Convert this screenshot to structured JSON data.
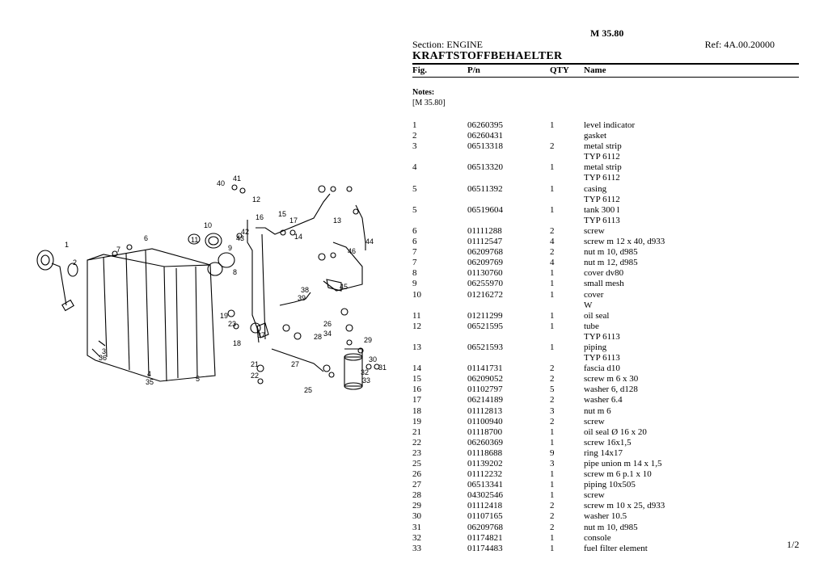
{
  "header": {
    "model": "M 35.80",
    "section": "Section: ENGINE",
    "ref": "Ref: 4A.00.20000",
    "title": "KRAFTSTOFFBEHAELTER"
  },
  "columns": {
    "fig": "Fig.",
    "pn": "P/n",
    "qty": "QTY",
    "name": "Name"
  },
  "notes": {
    "label": "Notes:",
    "text": "[M 35.80]"
  },
  "rows": [
    {
      "fig": "1",
      "pn": "06260395",
      "qty": "1",
      "name": "level indicator"
    },
    {
      "fig": "2",
      "pn": "06260431",
      "qty": "",
      "name": "gasket"
    },
    {
      "fig": "3",
      "pn": "06513318",
      "qty": "2",
      "name": "metal strip"
    },
    {
      "fig": "",
      "pn": "",
      "qty": "",
      "name": "TYP 6112"
    },
    {
      "fig": "4",
      "pn": "06513320",
      "qty": "1",
      "name": "metal strip"
    },
    {
      "fig": "",
      "pn": "",
      "qty": "",
      "name": "TYP 6112"
    },
    {
      "fig": "5",
      "pn": "06511392",
      "qty": "1",
      "name": "casing"
    },
    {
      "fig": "",
      "pn": "",
      "qty": "",
      "name": "TYP 6112"
    },
    {
      "fig": "5",
      "pn": "06519604",
      "qty": "1",
      "name": "tank 300 l"
    },
    {
      "fig": "",
      "pn": "",
      "qty": "",
      "name": "TYP 6113"
    },
    {
      "fig": "6",
      "pn": "01111288",
      "qty": "2",
      "name": "screw"
    },
    {
      "fig": "6",
      "pn": "01112547",
      "qty": "4",
      "name": "screw m 12 x 40, d933"
    },
    {
      "fig": "7",
      "pn": "06209768",
      "qty": "2",
      "name": "nut m 10, d985"
    },
    {
      "fig": "7",
      "pn": "06209769",
      "qty": "4",
      "name": "nut m 12, d985"
    },
    {
      "fig": "8",
      "pn": "01130760",
      "qty": "1",
      "name": "cover dv80"
    },
    {
      "fig": "9",
      "pn": "06255970",
      "qty": "1",
      "name": "small mesh"
    },
    {
      "fig": "10",
      "pn": "01216272",
      "qty": "1",
      "name": "cover"
    },
    {
      "fig": "",
      "pn": "",
      "qty": "",
      "name": "W"
    },
    {
      "fig": "11",
      "pn": "01211299",
      "qty": "1",
      "name": "oil seal"
    },
    {
      "fig": "12",
      "pn": "06521595",
      "qty": "1",
      "name": "tube"
    },
    {
      "fig": "",
      "pn": "",
      "qty": "",
      "name": "TYP 6113"
    },
    {
      "fig": "13",
      "pn": "06521593",
      "qty": "1",
      "name": "piping"
    },
    {
      "fig": "",
      "pn": "",
      "qty": "",
      "name": "TYP 6113"
    },
    {
      "fig": "14",
      "pn": "01141731",
      "qty": "2",
      "name": "fascia d10"
    },
    {
      "fig": "15",
      "pn": "06209052",
      "qty": "2",
      "name": "screw m 6 x 30"
    },
    {
      "fig": "16",
      "pn": "01102797",
      "qty": "5",
      "name": "washer 6, d128"
    },
    {
      "fig": "17",
      "pn": "06214189",
      "qty": "2",
      "name": "washer 6.4"
    },
    {
      "fig": "18",
      "pn": "01112813",
      "qty": "3",
      "name": "nut m 6"
    },
    {
      "fig": "19",
      "pn": "01100940",
      "qty": "2",
      "name": "screw"
    },
    {
      "fig": "21",
      "pn": "01118700",
      "qty": "1",
      "name": "oil seal Ø 16 x 20"
    },
    {
      "fig": "22",
      "pn": "06260369",
      "qty": "1",
      "name": "screw 16x1,5"
    },
    {
      "fig": "23",
      "pn": "01118688",
      "qty": "9",
      "name": "ring 14x17"
    },
    {
      "fig": "25",
      "pn": "01139202",
      "qty": "3",
      "name": "pipe union m 14 x 1,5"
    },
    {
      "fig": "26",
      "pn": "01112232",
      "qty": "1",
      "name": "screw m 6 p.1 x 10"
    },
    {
      "fig": "27",
      "pn": "06513341",
      "qty": "1",
      "name": "piping 10x505"
    },
    {
      "fig": "28",
      "pn": "04302546",
      "qty": "1",
      "name": "screw"
    },
    {
      "fig": "29",
      "pn": "01112418",
      "qty": "2",
      "name": "screw m 10 x 25, d933"
    },
    {
      "fig": "30",
      "pn": "01107165",
      "qty": "2",
      "name": "washer 10.5"
    },
    {
      "fig": "31",
      "pn": "06209768",
      "qty": "2",
      "name": "nut m 10, d985"
    },
    {
      "fig": "32",
      "pn": "01174821",
      "qty": "1",
      "name": "console"
    },
    {
      "fig": "33",
      "pn": "01174483",
      "qty": "1",
      "name": "fuel filter element"
    }
  ],
  "page": "1/2",
  "diagram": {
    "callouts": [
      "1",
      "2",
      "3",
      "36",
      "4",
      "35",
      "5",
      "6",
      "7",
      "8",
      "9",
      "10",
      "11",
      "12",
      "13",
      "14",
      "15",
      "16",
      "17",
      "18",
      "19",
      "21",
      "22",
      "23",
      "25",
      "26",
      "27",
      "28",
      "29",
      "30",
      "31",
      "32",
      "33",
      "34",
      "37",
      "38",
      "39",
      "40",
      "41",
      "42",
      "43",
      "44",
      "45",
      "46"
    ]
  }
}
